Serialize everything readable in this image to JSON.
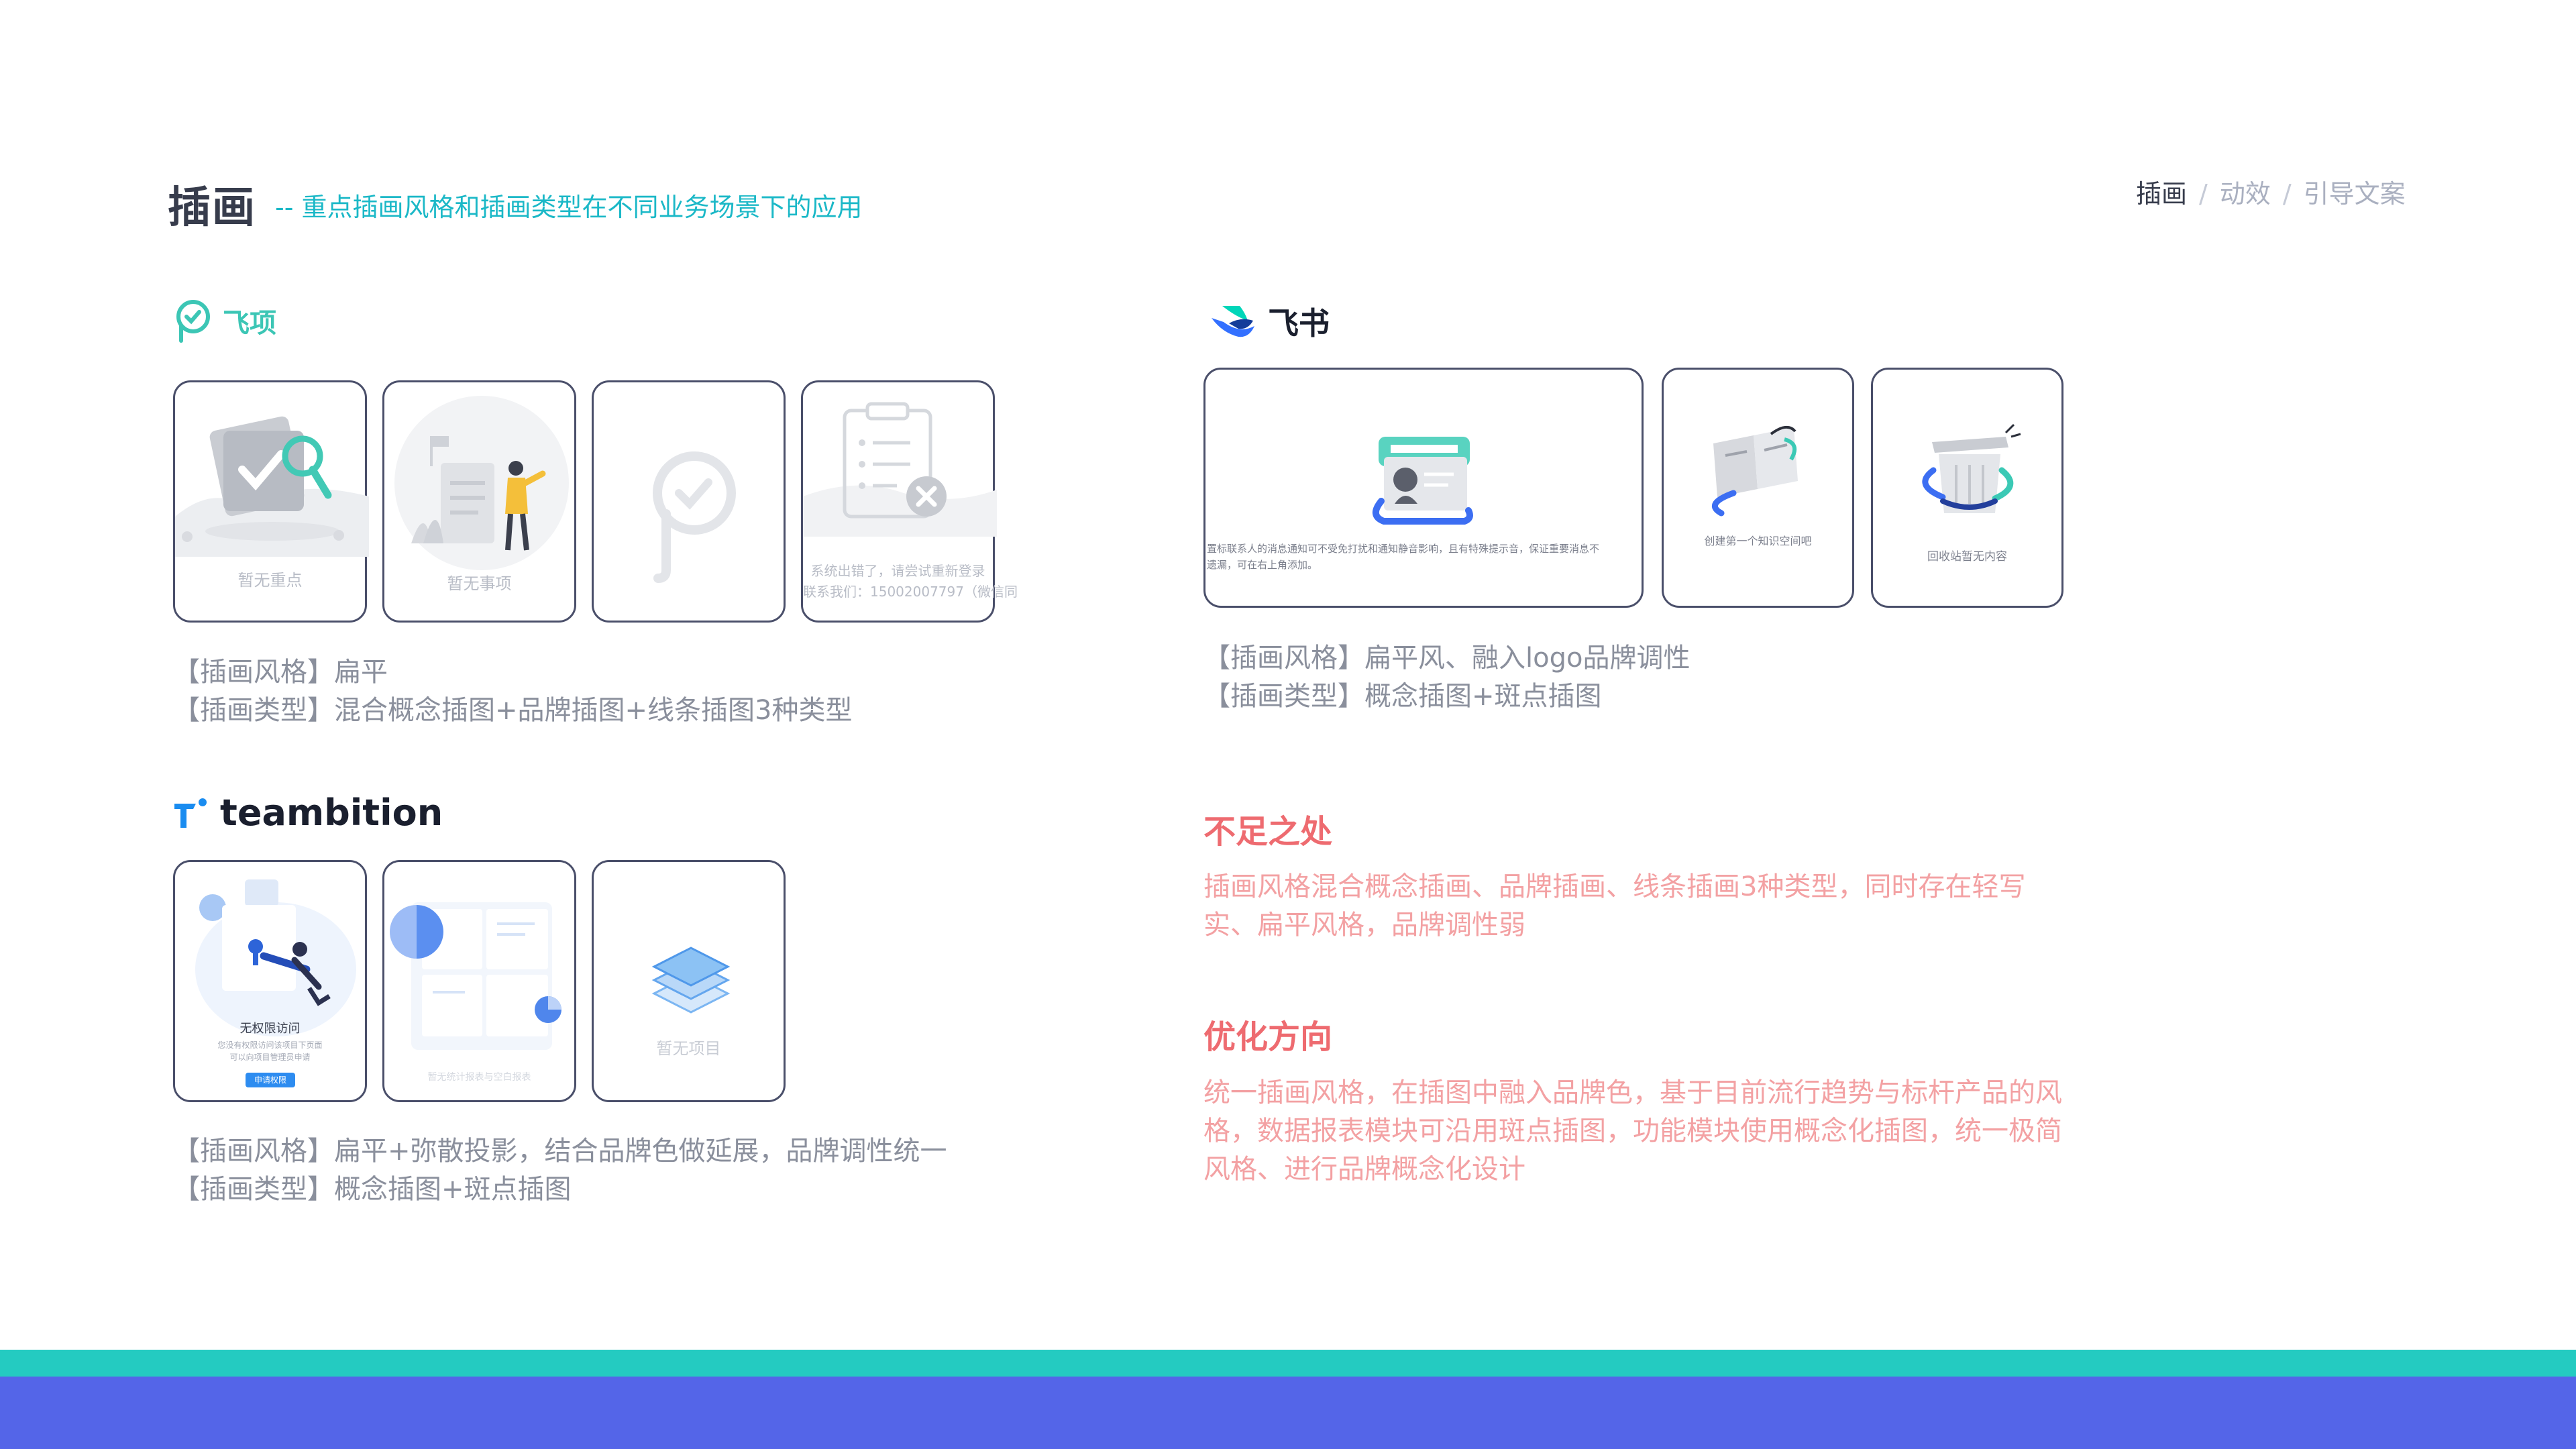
{
  "header": {
    "title": "插画",
    "subtitle": "-- 重点插画风格和插画类型在不同业务场景下的应用",
    "nav": {
      "active": "插画",
      "item2": "动效",
      "item3": "引导文案"
    }
  },
  "feixiang": {
    "brand_name": "飞项",
    "cards": [
      "暂无重点",
      "暂无事项",
      "",
      "系统出错了，请尝试重新登录"
    ],
    "card4_line2": "联系我们：15002007797（微信同",
    "style_line": "【插画风格】扁平",
    "type_line": "【插画类型】混合概念插图+品牌插图+线条插图3种类型"
  },
  "feishu": {
    "brand_name": "飞书",
    "card1_line1": "置标联系人的消息通知可不受免打扰和通知静音影响，且有特殊提示音，保证重要消息不",
    "card1_line2": "遗漏，可在右上角添加。",
    "card2_caption": "创建第一个知识空间吧",
    "card3_caption": "回收站暂无内容",
    "style_line": "【插画风格】扁平风、融入logo品牌调性",
    "type_line": "【插画类型】概念插图+斑点插图"
  },
  "teambition": {
    "brand_name": "teambition",
    "card1_title": "无权限访问",
    "card1_desc1": "您没有权限访问该项目下页面",
    "card1_desc2": "可以向项目管理员申请",
    "card1_button": "申请权限",
    "card2_caption": "暂无统计报表与空白报表",
    "card3_caption": "暂无项目",
    "style_line": "【插画风格】扁平+弥散投影，结合品牌色做延展，品牌调性统一",
    "type_line": "【插画类型】概念插图+斑点插图"
  },
  "shortcomings": {
    "heading": "不足之处",
    "line1": "插画风格混合概念插画、品牌插画、线条插画3种类型，同时存在轻写",
    "line2": "实、扁平风格，品牌调性弱"
  },
  "optimization": {
    "heading": "优化方向",
    "line1": "统一插画风格，在插图中融入品牌色，基于目前流行趋势与标杆产品的风",
    "line2": "格，数据报表模块可沿用斑点插图，功能模块使用概念化插图，统一极简",
    "line3": "风格、进行品牌概念化设计"
  },
  "colors": {
    "accent_teal": "#1bb8c7",
    "warning_red": "#ee6b70",
    "footer_teal": "#24cbc1",
    "footer_blue": "#5465e8",
    "card_border": "#4a4f6a"
  }
}
